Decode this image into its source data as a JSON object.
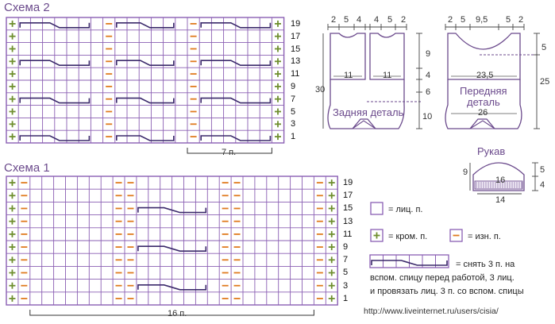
{
  "schema2": {
    "title": "Схема 2",
    "row_numbers": [
      "19",
      "17",
      "15",
      "13",
      "11",
      "9",
      "7",
      "5",
      "3",
      "1"
    ],
    "repeat_label": "7 п."
  },
  "schema1": {
    "title": "Схема 1",
    "row_numbers": [
      "19",
      "17",
      "15",
      "13",
      "11",
      "9",
      "7",
      "5",
      "3",
      "1"
    ],
    "repeat_label": "16 п."
  },
  "back_piece": {
    "label_line1": "Задняя деталь",
    "top_dims": [
      "2",
      "5",
      "4",
      "4",
      "5",
      "2"
    ],
    "height_total": "30",
    "right_dims": [
      "9",
      "4",
      "6",
      "10"
    ],
    "width_inner": [
      "11",
      "11"
    ]
  },
  "front_piece": {
    "label_line1": "Передняя",
    "label_line2": "деталь",
    "top_dims": [
      "2",
      "5",
      "9,5",
      "5",
      "2"
    ],
    "right_dims": [
      "5",
      "25"
    ],
    "width_top": "23,5",
    "width_bottom": "26"
  },
  "sleeve": {
    "label": "Рукав",
    "left_dim": "9",
    "right_dims": [
      "5",
      "4"
    ],
    "inner_width": "16",
    "bottom_width": "14"
  },
  "legend": {
    "knit": "= лиц. п.",
    "edge": "= кром. п.",
    "purl": "= изн. п.",
    "cable_line1": "= снять 3 п. на",
    "cable_line2": "вспом. спицу перед работой, 3 лиц.",
    "cable_line3": "и провязать лиц. 3 п. со вспом. спицы"
  },
  "watermark": "http://www.liveinternet.ru/users/cisia/",
  "colors": {
    "grid": "#8a5fb3",
    "plus": "#6f8f2f",
    "minus": "#e07b1f",
    "text": "#6b4a8c"
  }
}
